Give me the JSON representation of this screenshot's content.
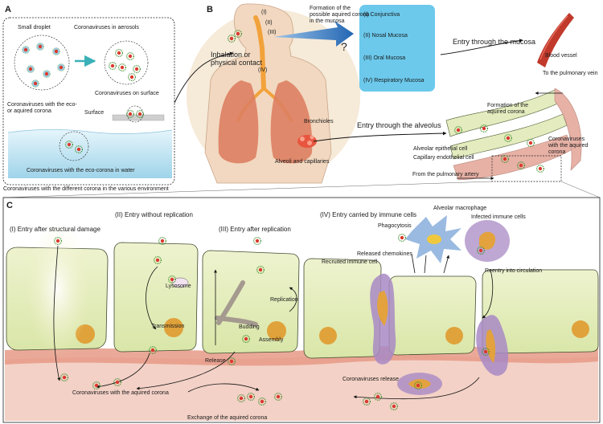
{
  "panels": {
    "a": "A",
    "b": "B",
    "c": "C"
  },
  "panel_a": {
    "small_droplet": "Small droplet",
    "aerosols": "Coronaviruses in aerosols",
    "on_surface": "Coronaviruses on surface",
    "eco_corona": "Coronaviruses with the eco-\nor aquired corona",
    "surface": "Surface",
    "in_water": "Coronaviruses with the eco-corona in water",
    "caption": "Coronaviruses with the different corona in the various environment"
  },
  "panel_b": {
    "numerals": [
      "(I)",
      "(II)",
      "(III)",
      "(IV)"
    ],
    "inhalation": "Inhalation or\nphysical contact",
    "formation": "Formation of the\npossible aquired corona\nin the mucosa",
    "question": "?",
    "sites": [
      "(I) Conjunctiva",
      "(II) Nosal Mucosa",
      "(III) Oral Mucosa",
      "(IV) Respiratory Mucosa"
    ],
    "entry_mucosa": "Entry through the mucosa",
    "blood_vessel": "Blood vessel",
    "pulmonary_vein": "To the pulmonary vein",
    "bronchioles": "Bronchioles",
    "alveoli": "Alveoli and capillaries",
    "entry_alveolus": "Entry through the alveolus",
    "formation_corona": "Formation of the\naquired corona",
    "with_corona": "Coronaviruses\nwith the aquired\ncorona",
    "alveolar_epithelial": "Alveolar epithelial cell",
    "capillary_endothelial": "Capillary endothelial cell",
    "pulmonary_artery": "From the pulmonary artery"
  },
  "panel_c": {
    "entry_damage": "(I) Entry after structural damage",
    "entry_no_replication": "(II) Entry without replication",
    "entry_replication": "(III) Entry after replication",
    "entry_immune": "(IV) Entry carried by immune cells",
    "lysosome": "Lysosome",
    "transmission": "Transmission",
    "replication": "Replication",
    "budding": "Budding",
    "assembly": "Assembly",
    "release": "Release",
    "phagocytosis": "Phagocytosis",
    "alveolar_macrophage": "Alveolar macrophage",
    "infected_immune": "Infected immune cells",
    "released_chemokines": "Released chemokines",
    "recruited_immune": "Recruited immune cell",
    "reentry": "Reentry into circulation",
    "with_aquired_corona": "Coronaviruses with the aquired corona",
    "exchange": "Exchange of the aquired corona",
    "release_viruses": "Coronaviruses release"
  },
  "colors": {
    "cell_fill": "#e4ecbf",
    "cell_stroke": "#3f4a2f",
    "nucleus": "#e0a23a",
    "blood": "#e7b1a6",
    "virus_core": "#d93a2e",
    "virus_ring": "#3aa0cf",
    "virus_spike": "#3f8f2f",
    "water": "#bfe3f2",
    "mucosa_box": "#6cc9ec",
    "arrow_blue": "#2f6fb5",
    "vessel_red": "#c0392b",
    "immune_purple": "#a88ac4",
    "macrophage_blue": "#8fb3de"
  }
}
